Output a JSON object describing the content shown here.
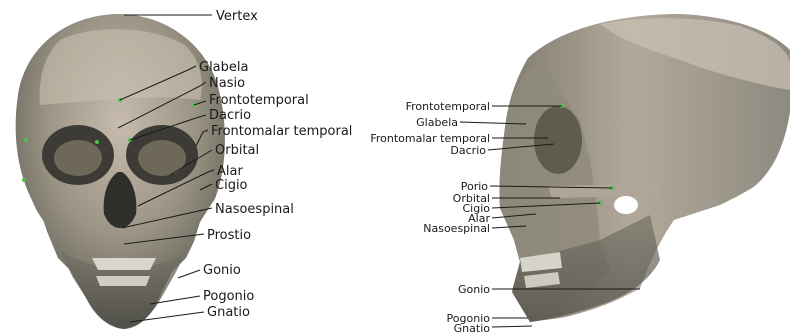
{
  "frontal_view": {
    "labels": [
      "Vertex",
      "Glabela",
      "Nasio",
      "Frontotemporal",
      "Dacrio",
      "Frontomalar temporal",
      "Orbital",
      "Alar",
      "Cigio",
      "Nasoespinal",
      "Prostio",
      "Gonio",
      "Pogonio",
      "Gnatio"
    ]
  },
  "lateral_view": {
    "labels": [
      "Frontotemporal",
      "Glabela",
      "Frontomalar temporal",
      "Dacrio",
      "Porio",
      "Orbital",
      "Cigio",
      "Alar",
      "Nasoespinal",
      "Gonio",
      "Pogonio",
      "Gnatio"
    ]
  },
  "colors": {
    "bone_light": "#b9ad9e",
    "bone_dark": "#5e5d56",
    "landmark_dot": "#4ec04e",
    "leader_line": "#1a1a1a"
  }
}
